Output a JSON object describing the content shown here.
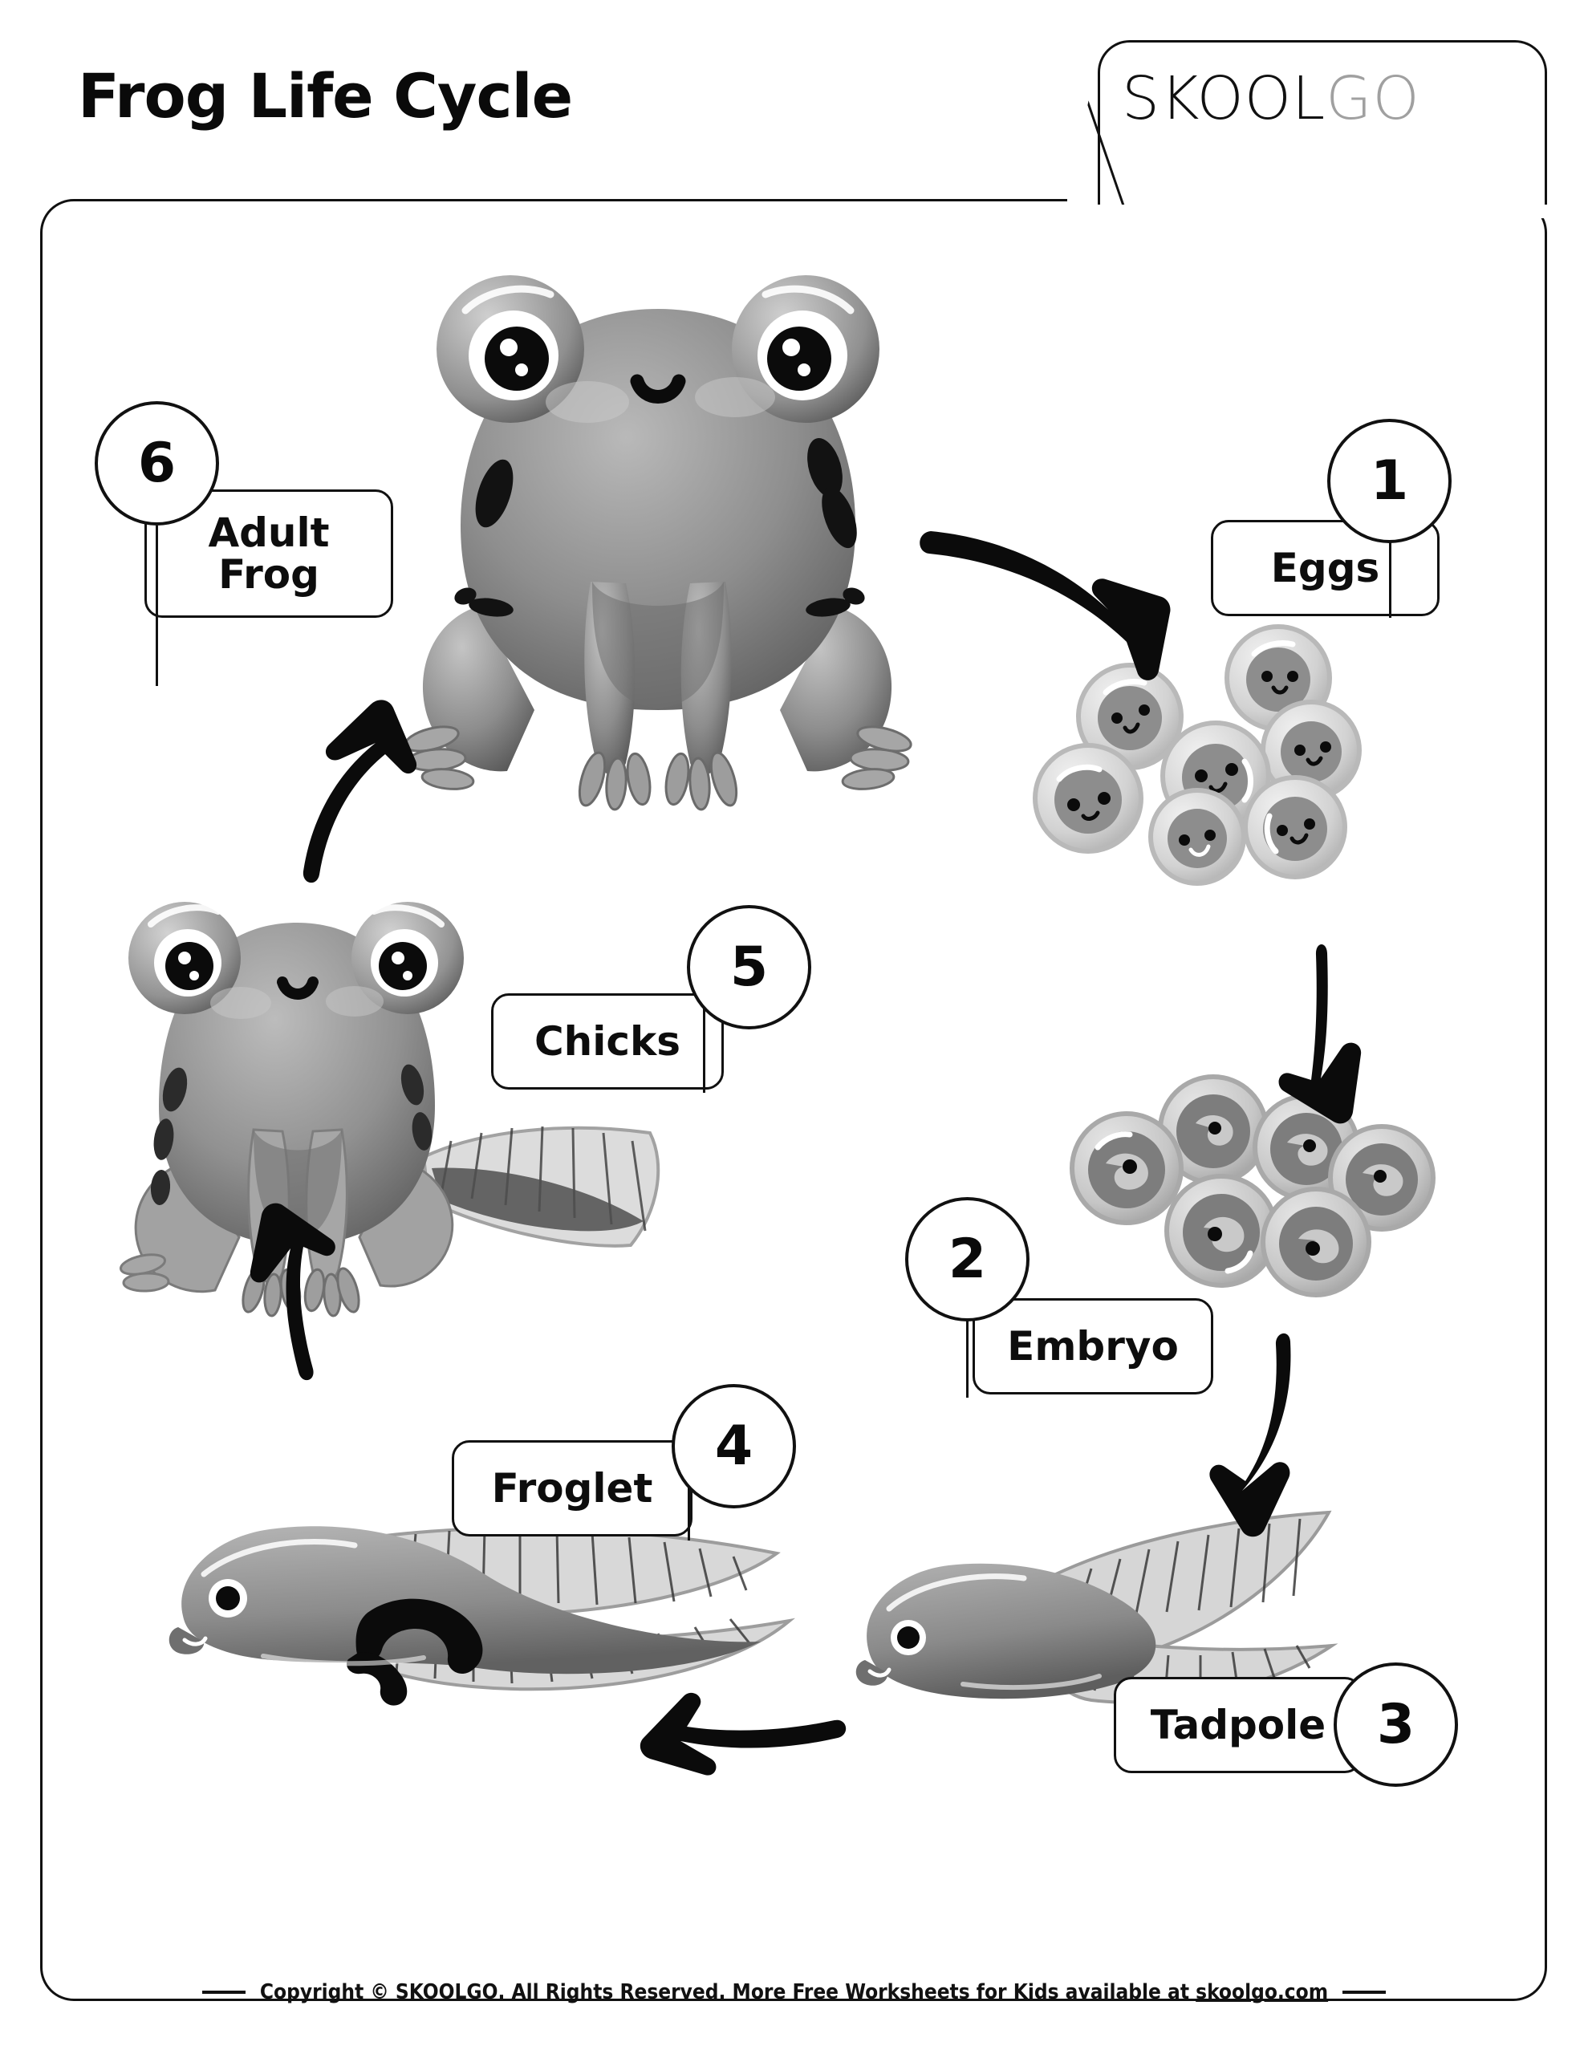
{
  "page": {
    "title": "Frog Life Cycle",
    "background_color": "#ffffff",
    "border_color": "#111111"
  },
  "logo": {
    "name": "SKOOLGO",
    "part_dark": "SKOOL",
    "part_light": "GO",
    "dark_color": "#111111",
    "light_color": "#a0a0a0"
  },
  "diagram": {
    "kind": "life-cycle",
    "subject": "frog",
    "stage_count": 6,
    "stages": [
      {
        "number": "1",
        "label": "Eggs",
        "art": "egg-cluster",
        "badge_side": "right"
      },
      {
        "number": "2",
        "label": "Embryo",
        "art": "embryo-cluster",
        "badge_side": "left"
      },
      {
        "number": "3",
        "label": "Tadpole",
        "art": "tadpole",
        "badge_side": "right"
      },
      {
        "number": "4",
        "label": "Froglet",
        "art": "froglet",
        "badge_side": "right"
      },
      {
        "number": "5",
        "label": "Chicks",
        "art": "young-frog",
        "badge_side": "right"
      },
      {
        "number": "6",
        "label": "Adult\nFrog",
        "art": "adult-frog",
        "badge_side": "left"
      }
    ],
    "arrows": [
      {
        "from": "6",
        "to": "1",
        "direction": "down-right"
      },
      {
        "from": "1",
        "to": "2",
        "direction": "down"
      },
      {
        "from": "2",
        "to": "3",
        "direction": "down-left"
      },
      {
        "from": "3",
        "to": "4",
        "direction": "left"
      },
      {
        "from": "4",
        "to": "5",
        "direction": "up"
      },
      {
        "from": "5",
        "to": "6",
        "direction": "up-right"
      }
    ]
  },
  "footer": {
    "prefix": "Copyright © SKOOL",
    "brand_bold": "GO",
    "middle": ". All Rights Reserved. More Free Worksheets for Kids available at ",
    "site": "skoolgo.com"
  }
}
